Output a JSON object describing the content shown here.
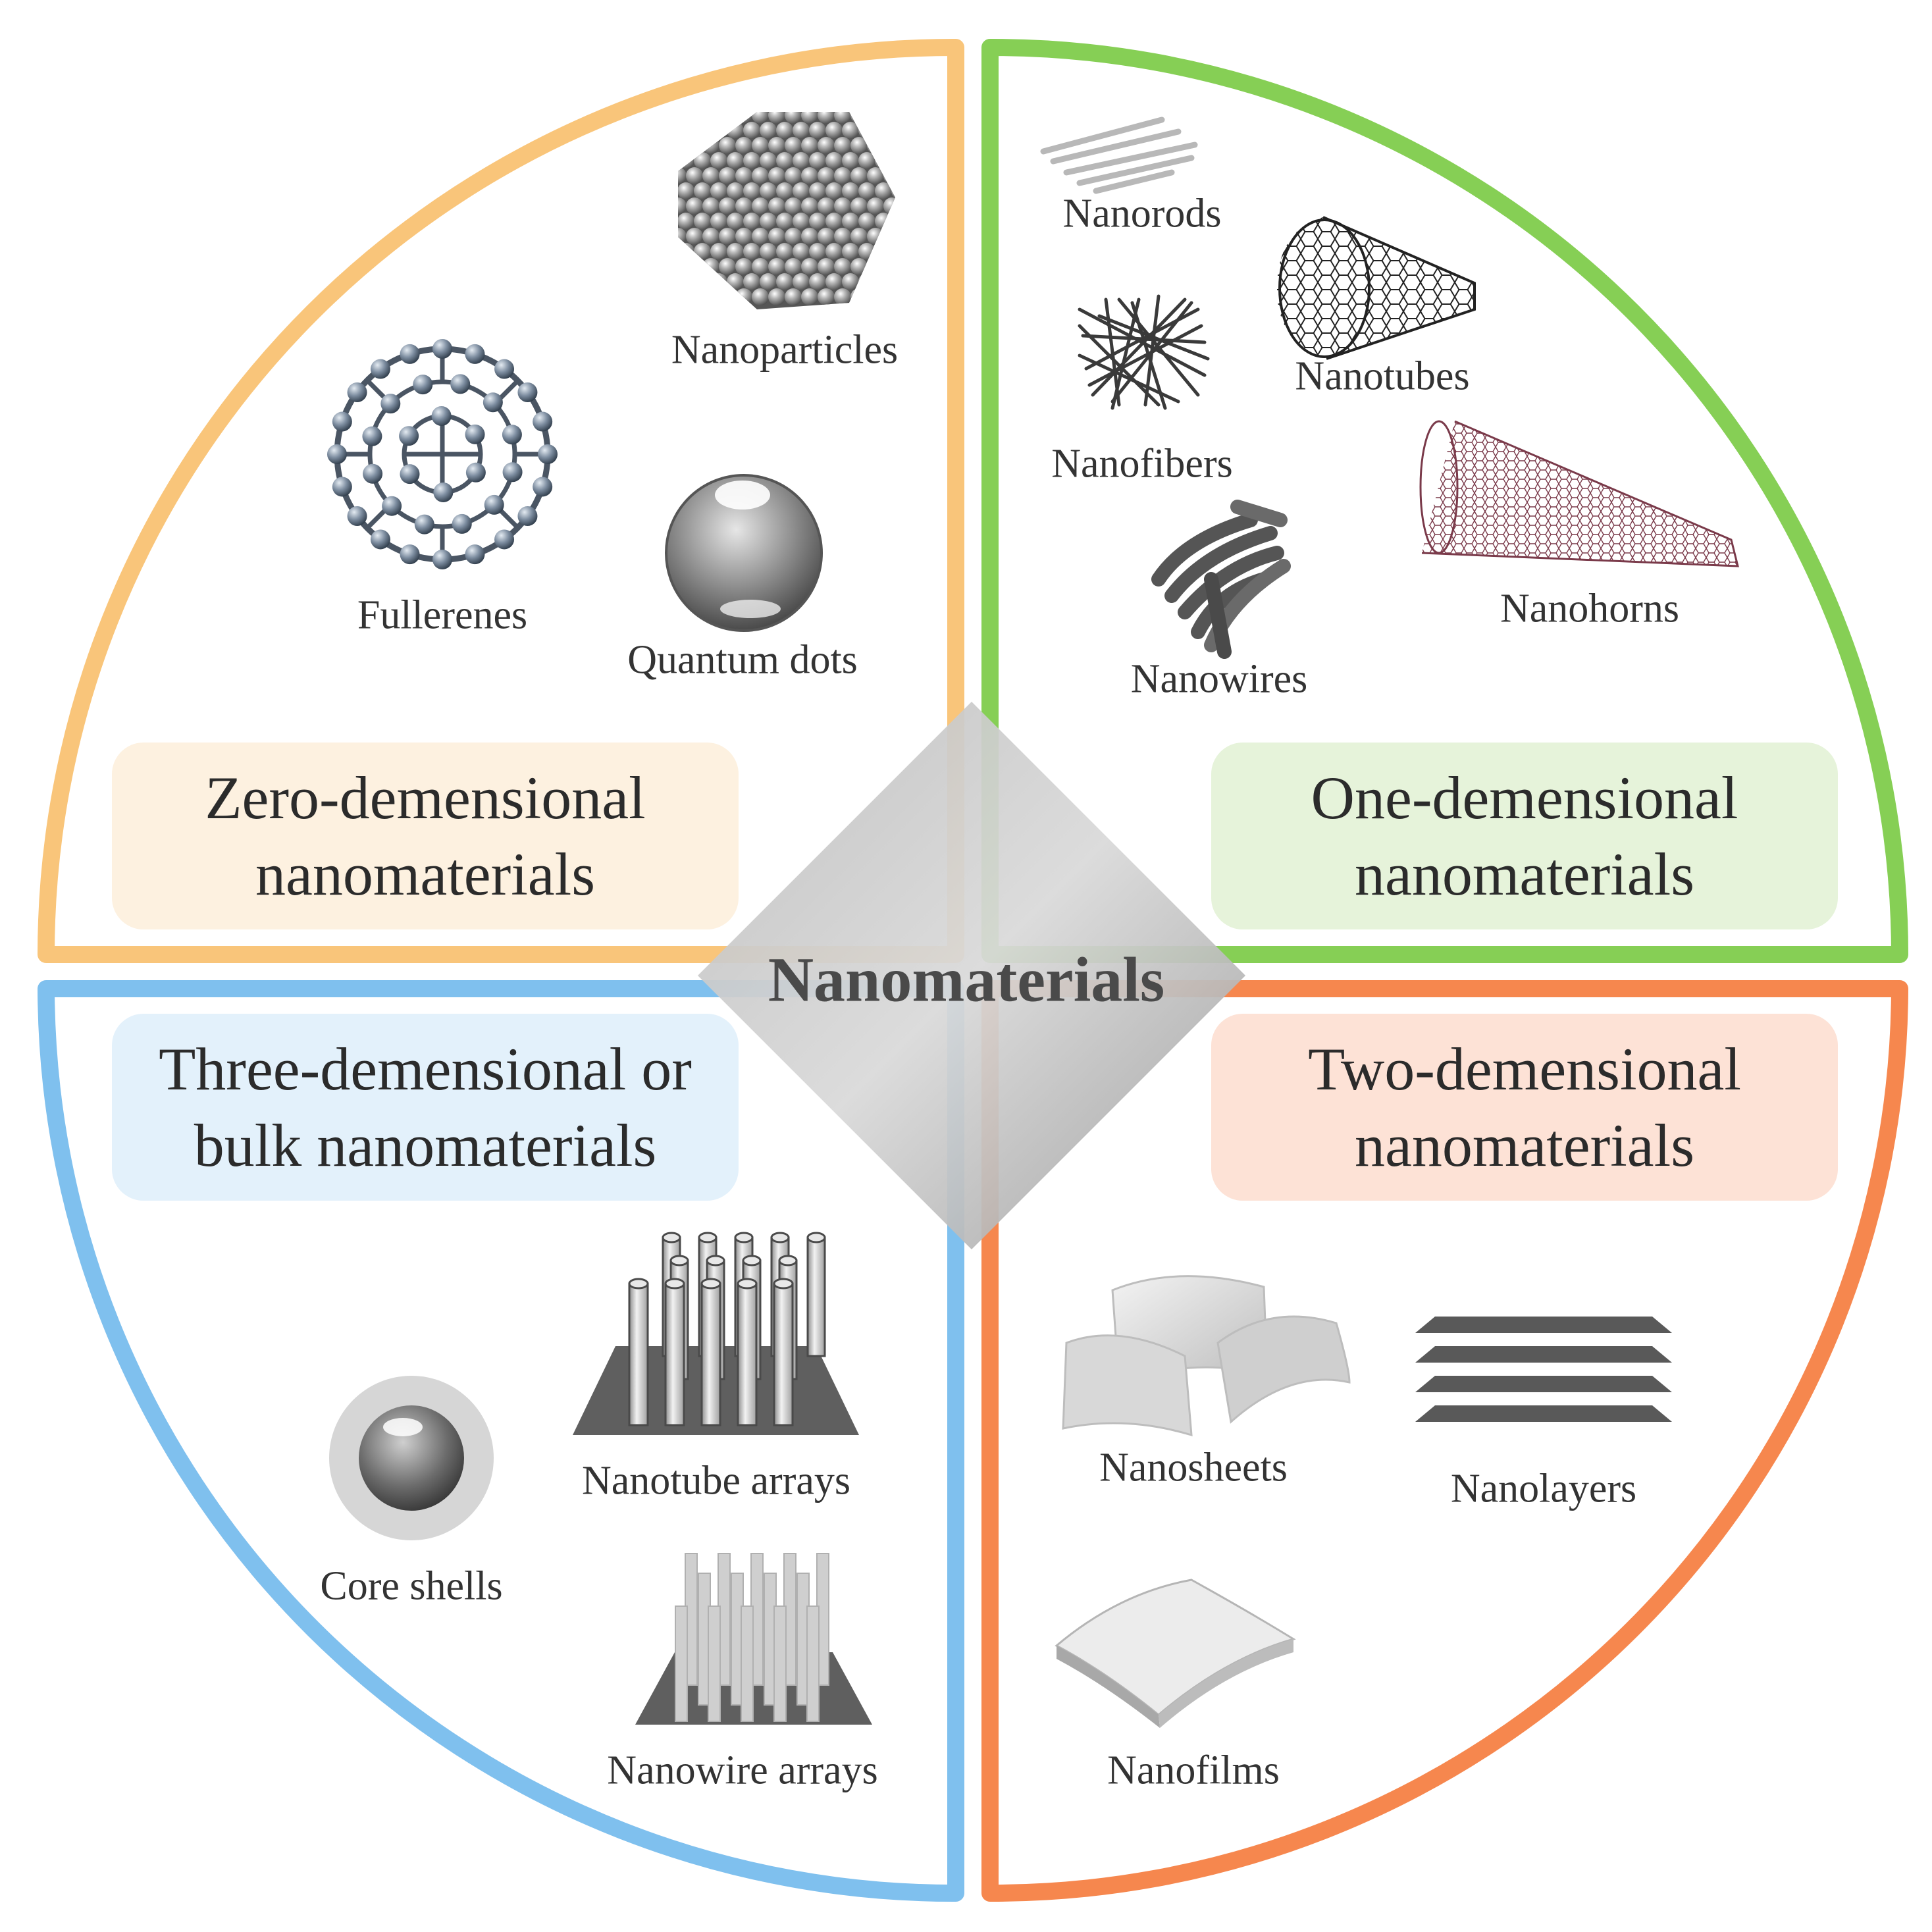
{
  "center": {
    "title": "Nanomaterials"
  },
  "quadrants": {
    "zero": {
      "color": "#f9c57a",
      "box_fill": "#fdf1e0",
      "line1": "Zero-demensional",
      "line2": "nanomaterials",
      "items": {
        "nanoparticles": "Nanoparticles",
        "fullerenes": "Fullerenes",
        "quantum_dots": "Quantum dots"
      }
    },
    "one": {
      "color": "#86cf55",
      "box_fill": "#e6f3da",
      "line1": "One-demensional",
      "line2": "nanomaterials",
      "items": {
        "nanorods": "Nanorods",
        "nanotubes": "Nanotubes",
        "nanofibers": "Nanofibers",
        "nanowires": "Nanowires",
        "nanohorns": "Nanohorns"
      }
    },
    "three": {
      "color": "#7fc0ee",
      "box_fill": "#e3f1fb",
      "line1": "Three-demensional or",
      "line2": "bulk nanomaterials",
      "items": {
        "nanotube_arrays": "Nanotube arrays",
        "core_shells": "Core shells",
        "nanowire_arrays": "Nanowire arrays"
      }
    },
    "two": {
      "color": "#f6874e",
      "box_fill": "#fde2d6",
      "line1": "Two-demensional",
      "line2": "nanomaterials",
      "items": {
        "nanosheets": "Nanosheets",
        "nanolayers": "Nanolayers",
        "nanofilms": "Nanofilms"
      }
    }
  }
}
